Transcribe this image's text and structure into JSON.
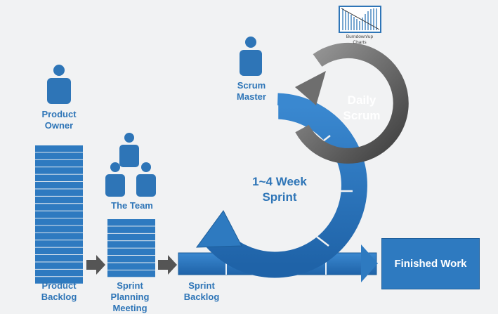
{
  "roles": {
    "product_owner": [
      "Product",
      "Owner"
    ],
    "scrum_master": [
      "Scrum",
      "Master"
    ],
    "the_team": "The Team"
  },
  "artifacts": {
    "product_backlog": [
      "Product",
      "Backlog"
    ],
    "sprint_planning": [
      "Sprint",
      "Planning",
      "Meeting"
    ],
    "sprint_backlog": [
      "Sprint",
      "Backlog"
    ],
    "burndown": [
      "Burndown/up",
      "Charts"
    ],
    "finished_work": "Finished Work"
  },
  "cycles": {
    "sprint": [
      "1~4 Week",
      "Sprint"
    ],
    "daily_scrum": [
      "Daily",
      "Scrum"
    ]
  },
  "colors": {
    "blue": "#2e7ac0",
    "blue_dark": "#1d5e9b",
    "label_blue": "#2e75b7",
    "gray": "#5a5a5a",
    "gray_light": "#8b8b8b",
    "background": "#f1f2f3"
  }
}
